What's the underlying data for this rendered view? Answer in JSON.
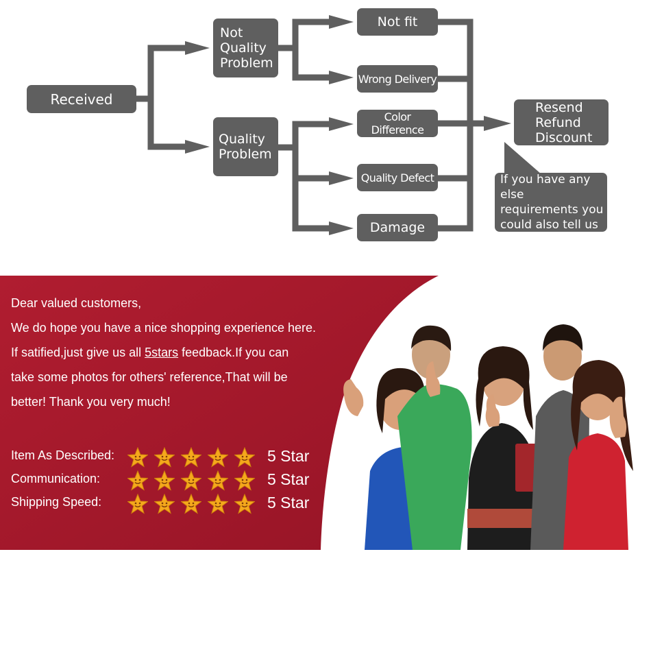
{
  "flowchart": {
    "received": "Received",
    "not_quality_problem": [
      "Not",
      "Quality",
      "Problem"
    ],
    "quality_problem": [
      "Quality",
      "Problem"
    ],
    "not_fit": "Not fit",
    "wrong_delivery": "Wrong Delivery",
    "color_difference": "Color Difference",
    "quality_defect": "Quality Defect",
    "damage": "Damage",
    "result": [
      "Resend",
      "Refund",
      "Discount"
    ],
    "note": [
      "If you have any else",
      "requirements you",
      "could also tell us"
    ]
  },
  "banner": {
    "greeting": "Dear valued customers,",
    "line1": "We do hope you have a nice shopping experience here.",
    "line2_before": "If satified,just give us all ",
    "line2_link": "5stars",
    "line2_after": " feedback.If you can",
    "line3": "take some photos for others' reference,That will be",
    "line4": "better! Thank you very much!",
    "ratings": [
      {
        "label": "Item As Described:",
        "stars": 5,
        "value": "5 Star"
      },
      {
        "label": "Communication:",
        "stars": 5,
        "value": "5 Star"
      },
      {
        "label": "Shipping Speed:",
        "stars": 5,
        "value": "5 Star"
      }
    ]
  },
  "colors": {
    "node_gray": "#5f5f5f",
    "banner_red": "#a3192b",
    "star_gold": "#f5a81c",
    "text_white": "#ffffff"
  },
  "icons": [
    "smiling-star-icon"
  ]
}
